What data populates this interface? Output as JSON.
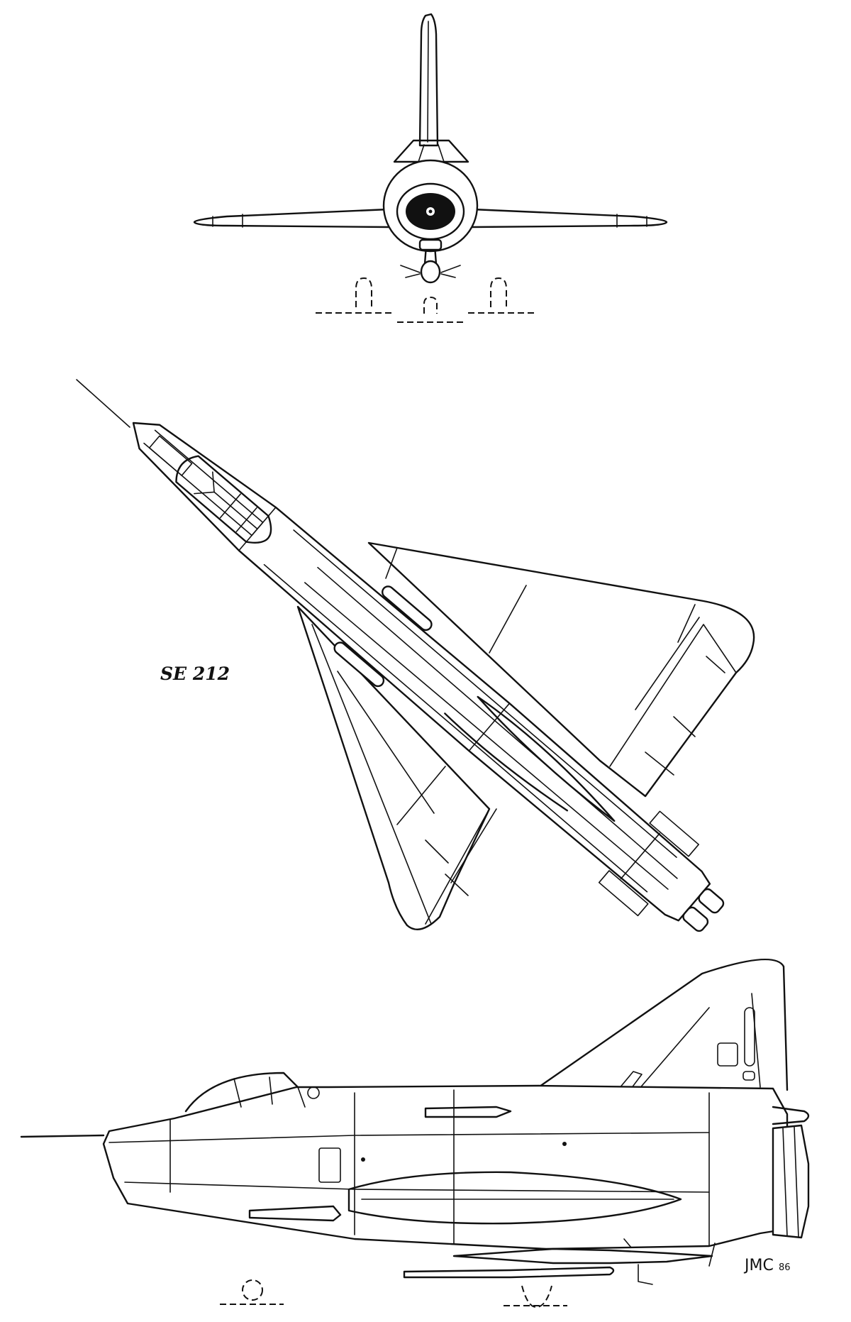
{
  "drawing": {
    "title": "SE 212",
    "signature": "JMC",
    "signature_year": "86",
    "views": [
      "front",
      "plan",
      "side"
    ]
  }
}
